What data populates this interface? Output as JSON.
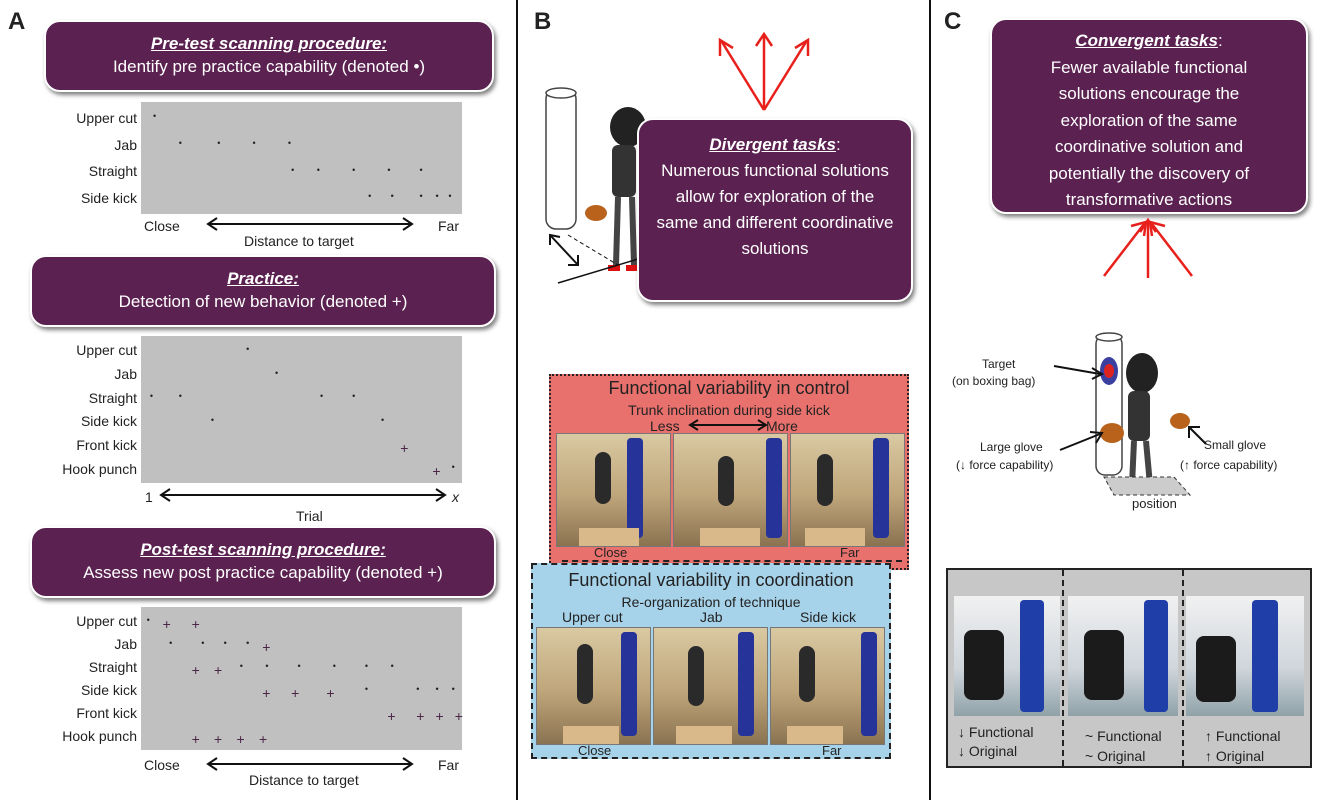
{
  "panels": {
    "a": "A",
    "b": "B",
    "c": "C"
  },
  "panel_a": {
    "box1": {
      "title": "Pre-test scanning procedure:",
      "body": "Identify pre practice capability (denoted •)"
    },
    "box2": {
      "title": "Practice:",
      "body": "Detection of new behavior (denoted +)"
    },
    "box3": {
      "title": "Post-test scanning procedure:",
      "body": "Assess new post practice capability (denoted +)"
    },
    "plot1": {
      "rows": [
        "Upper cut",
        "Jab",
        "Straight",
        "Side kick"
      ],
      "x_left": "Close",
      "x_right": "Far",
      "x_label": "Distance to target",
      "marks": [
        {
          "row": 0,
          "t": "•",
          "x": 0.05
        },
        {
          "row": 1,
          "t": "•",
          "x": 0.13
        },
        {
          "row": 1,
          "t": "•",
          "x": 0.25
        },
        {
          "row": 1,
          "t": "•",
          "x": 0.36
        },
        {
          "row": 1,
          "t": "•",
          "x": 0.47
        },
        {
          "row": 2,
          "t": "•",
          "x": 0.48
        },
        {
          "row": 2,
          "t": "•",
          "x": 0.56
        },
        {
          "row": 2,
          "t": "•",
          "x": 0.67
        },
        {
          "row": 2,
          "t": "•",
          "x": 0.78
        },
        {
          "row": 2,
          "t": "•",
          "x": 0.88
        },
        {
          "row": 3,
          "t": "•",
          "x": 0.72
        },
        {
          "row": 3,
          "t": "•",
          "x": 0.79
        },
        {
          "row": 3,
          "t": "•",
          "x": 0.88
        },
        {
          "row": 3,
          "t": "•",
          "x": 0.93
        },
        {
          "row": 3,
          "t": "•",
          "x": 0.97
        }
      ]
    },
    "plot2": {
      "rows": [
        "Upper cut",
        "Jab",
        "Straight",
        "Side kick",
        "Front kick",
        "Hook punch"
      ],
      "x_left": "1",
      "x_right": "x",
      "x_label": "Trial",
      "marks": [
        {
          "row": 0,
          "t": "•",
          "x": 0.34
        },
        {
          "row": 1,
          "t": "•",
          "x": 0.43
        },
        {
          "row": 2,
          "t": "•",
          "x": 0.04
        },
        {
          "row": 2,
          "t": "•",
          "x": 0.13
        },
        {
          "row": 2,
          "t": "•",
          "x": 0.57
        },
        {
          "row": 2,
          "t": "•",
          "x": 0.67
        },
        {
          "row": 3,
          "t": "•",
          "x": 0.23
        },
        {
          "row": 3,
          "t": "•",
          "x": 0.76
        },
        {
          "row": 4,
          "t": "+",
          "x": 0.82
        },
        {
          "row": 5,
          "t": "+",
          "x": 0.92
        },
        {
          "row": 5,
          "t": "•",
          "x": 0.98
        }
      ]
    },
    "plot3": {
      "rows": [
        "Upper cut",
        "Jab",
        "Straight",
        "Side kick",
        "Front kick",
        "Hook punch"
      ],
      "x_left": "Close",
      "x_right": "Far",
      "x_label": "Distance to target",
      "marks": [
        {
          "row": 0,
          "t": "•",
          "x": 0.03
        },
        {
          "row": 0,
          "t": "+",
          "x": 0.08
        },
        {
          "row": 0,
          "t": "+",
          "x": 0.17
        },
        {
          "row": 1,
          "t": "•",
          "x": 0.1
        },
        {
          "row": 1,
          "t": "•",
          "x": 0.2
        },
        {
          "row": 1,
          "t": "•",
          "x": 0.27
        },
        {
          "row": 1,
          "t": "•",
          "x": 0.34
        },
        {
          "row": 1,
          "t": "+",
          "x": 0.39
        },
        {
          "row": 2,
          "t": "+",
          "x": 0.17
        },
        {
          "row": 2,
          "t": "+",
          "x": 0.24
        },
        {
          "row": 2,
          "t": "•",
          "x": 0.32
        },
        {
          "row": 2,
          "t": "•",
          "x": 0.4
        },
        {
          "row": 2,
          "t": "•",
          "x": 0.5
        },
        {
          "row": 2,
          "t": "•",
          "x": 0.61
        },
        {
          "row": 2,
          "t": "•",
          "x": 0.71
        },
        {
          "row": 2,
          "t": "•",
          "x": 0.79
        },
        {
          "row": 3,
          "t": "+",
          "x": 0.39
        },
        {
          "row": 3,
          "t": "+",
          "x": 0.48
        },
        {
          "row": 3,
          "t": "+",
          "x": 0.59
        },
        {
          "row": 3,
          "t": "•",
          "x": 0.71
        },
        {
          "row": 3,
          "t": "•",
          "x": 0.87
        },
        {
          "row": 3,
          "t": "•",
          "x": 0.93
        },
        {
          "row": 3,
          "t": "•",
          "x": 0.98
        },
        {
          "row": 4,
          "t": "+",
          "x": 0.78
        },
        {
          "row": 4,
          "t": "+",
          "x": 0.87
        },
        {
          "row": 4,
          "t": "+",
          "x": 0.93
        },
        {
          "row": 4,
          "t": "+",
          "x": 0.99
        },
        {
          "row": 5,
          "t": "+",
          "x": 0.17
        },
        {
          "row": 5,
          "t": "+",
          "x": 0.24
        },
        {
          "row": 5,
          "t": "+",
          "x": 0.31
        },
        {
          "row": 5,
          "t": "+",
          "x": 0.38
        }
      ]
    }
  },
  "panel_b": {
    "box": {
      "title": "Divergent tasks",
      "colon": ":",
      "body": "Numerous functional solutions allow for exploration of the same and different coordinative solutions"
    },
    "control": {
      "title": "Functional variability in control",
      "subtitle": "Trunk inclination during side kick",
      "less": "Less",
      "more": "More",
      "close": "Close",
      "far": "Far"
    },
    "coordination": {
      "title": "Functional variability in coordination",
      "subtitle": "Re-organization of technique",
      "labels": [
        "Upper cut",
        "Jab",
        "Side kick"
      ],
      "close": "Close",
      "far": "Far"
    }
  },
  "panel_c": {
    "box": {
      "title": "Convergent tasks",
      "colon": ":",
      "body": "Fewer available functional solutions encourage the exploration of the same coordinative solution and potentially the discovery of transformative actions"
    },
    "fig": {
      "target": "Target",
      "target_sub": "(on boxing bag)",
      "large_glove": "Large glove",
      "large_glove_sub": "(↓ force capability)",
      "small_glove": "Small glove",
      "small_glove_sub": "(↑ force capability)",
      "position": "position"
    },
    "photos": [
      {
        "line1": "↓ Functional",
        "line2": "↓ Original"
      },
      {
        "line1": "~ Functional",
        "line2": "~ Original"
      },
      {
        "line1": "↑ Functional",
        "line2": "↑ Original"
      }
    ]
  },
  "colors": {
    "box": "#5b2150",
    "plot": "#c0c0c0",
    "arrow": "#e8201c",
    "control_bg": "#e9716d",
    "coord_bg": "#a7d3ea",
    "marker": "#4a2545"
  }
}
